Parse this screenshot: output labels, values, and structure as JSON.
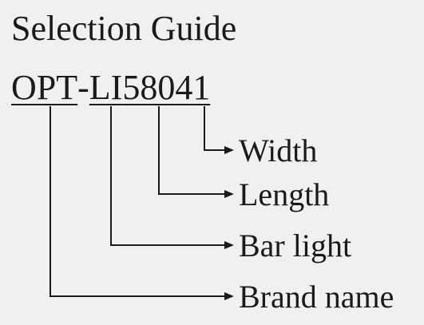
{
  "title": "Selection Guide",
  "code": {
    "segments": [
      {
        "text": "OPT",
        "underlined": true
      },
      {
        "text": "-",
        "underlined": false
      },
      {
        "text": "LI",
        "underlined": true
      },
      {
        "text": "580",
        "underlined": true
      },
      {
        "text": "41",
        "underlined": true
      }
    ]
  },
  "labels": {
    "width": "Width",
    "length": "Length",
    "bar_light": "Bar light",
    "brand_name": "Brand name"
  },
  "colors": {
    "background": "#f0f0f0",
    "ink": "#1a1a1a"
  }
}
